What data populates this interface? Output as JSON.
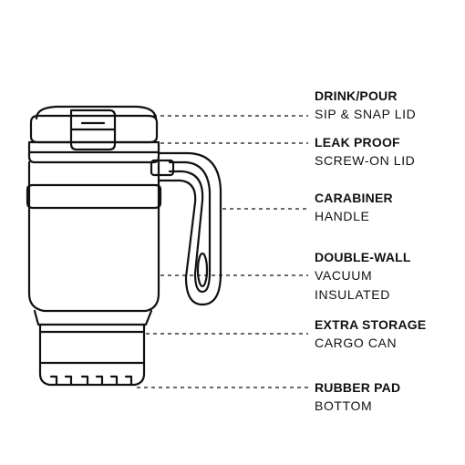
{
  "colors": {
    "ink": "#111111",
    "background": "#ffffff"
  },
  "callouts": [
    {
      "key": "drink_pour",
      "title": "DRINK/POUR",
      "lines": [
        "SIP & SNAP LID"
      ]
    },
    {
      "key": "leak_proof",
      "title": "LEAK PROOF",
      "lines": [
        "SCREW-ON LID"
      ]
    },
    {
      "key": "carabiner",
      "title": "CARABINER",
      "lines": [
        "HANDLE"
      ]
    },
    {
      "key": "double_wall",
      "title": "DOUBLE-WALL",
      "lines": [
        "VACUUM",
        "INSULATED"
      ]
    },
    {
      "key": "extra_storage",
      "title": "EXTRA STORAGE",
      "lines": [
        "CARGO CAN"
      ]
    },
    {
      "key": "rubber_pad",
      "title": "RUBBER PAD",
      "lines": [
        "BOTTOM"
      ]
    }
  ]
}
